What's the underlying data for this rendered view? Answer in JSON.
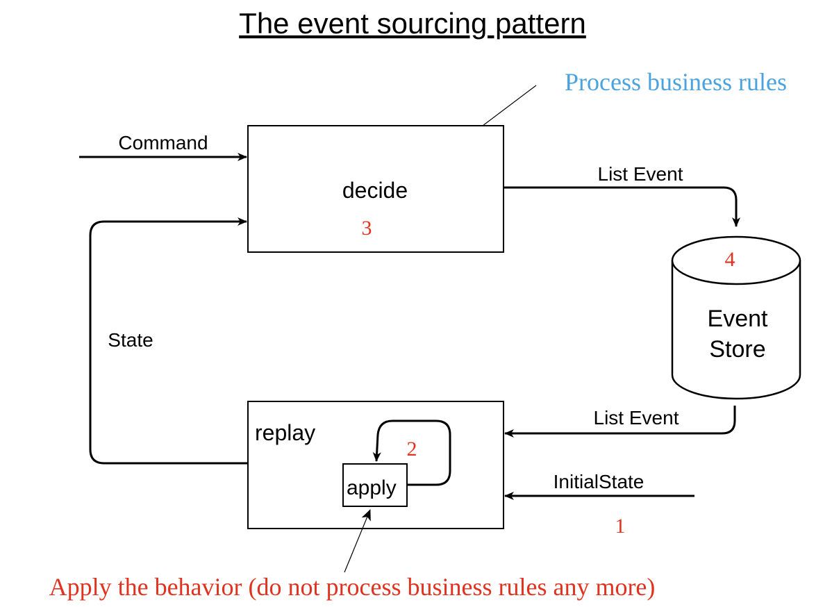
{
  "title": "The event sourcing pattern",
  "annotations": {
    "process_business_rules": "Process business rules",
    "apply_behavior": "Apply the behavior (do not process business rules any more)"
  },
  "nodes": {
    "decide": {
      "label": "decide",
      "step": "3"
    },
    "event_store": {
      "label_line1": "Event",
      "label_line2": "Store",
      "step": "4"
    },
    "replay": {
      "label": "replay"
    },
    "apply": {
      "label": "apply",
      "step": "2"
    }
  },
  "edges": {
    "command": "Command",
    "list_event_out": "List Event",
    "list_event_in": "List Event",
    "state": "State",
    "initial_state": "InitialState",
    "initial_state_step": "1"
  },
  "colors": {
    "step_red": "#e0321f",
    "annotation_blue": "#4aa3df",
    "line": "#000000"
  }
}
